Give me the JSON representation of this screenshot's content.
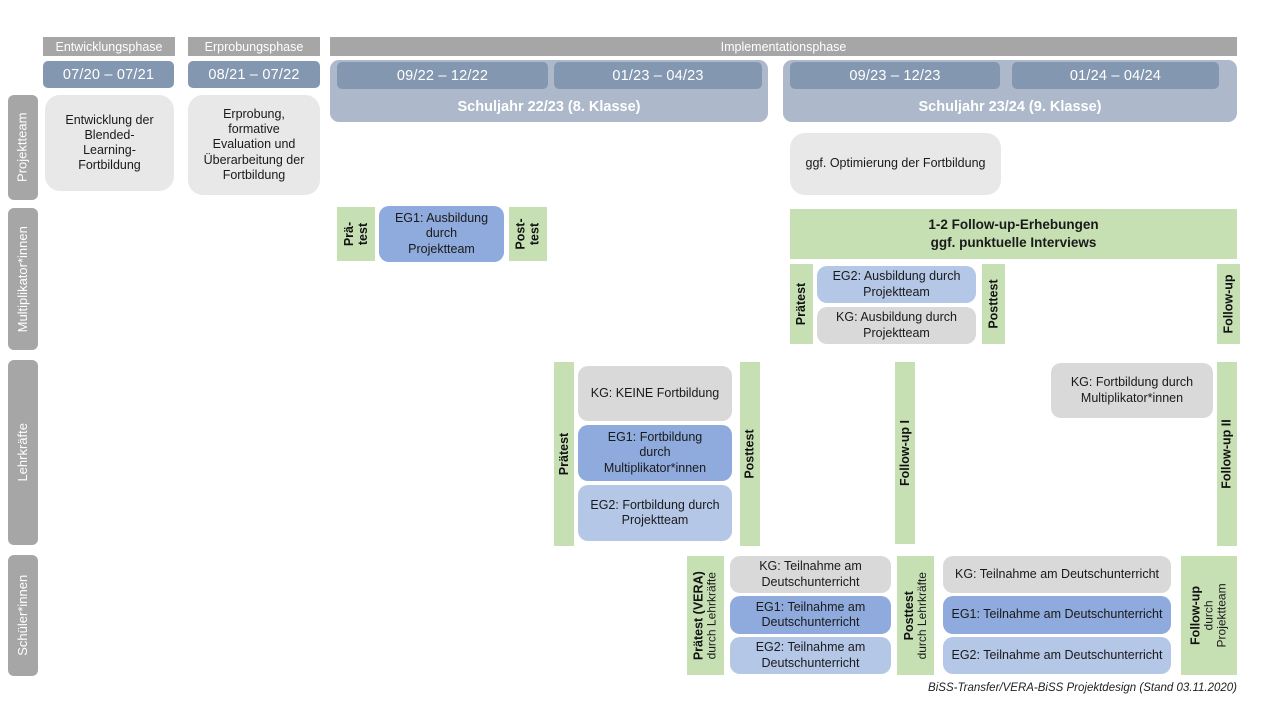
{
  "caption": "BiSS-Transfer/VERA-BiSS Projektdesign (Stand 03.11.2020)",
  "colors": {
    "phase_header_bg": "#a6a6a6",
    "row_label_bg": "#a6a6a6",
    "date_bar_bg": "#8497b0",
    "schuljahr_bg": "#adb9ca",
    "light_box_bg": "#e9e8e8",
    "kg_bg": "#d9d9d9",
    "eg1_bg": "#8faadc",
    "eg2_bg": "#b4c7e7",
    "green_bg": "#c6e0b4"
  },
  "phases": {
    "entwicklung": {
      "title": "Entwicklungsphase",
      "date": "07/20 – 07/21"
    },
    "erprobung": {
      "title": "Erprobungsphase",
      "date": "08/21 – 07/22"
    },
    "implementation": {
      "title": "Implementationsphase",
      "year1": {
        "label": "Schuljahr 22/23 (8. Klasse)",
        "date1": "09/22 – 12/22",
        "date2": "01/23 – 04/23"
      },
      "year2": {
        "label": "Schuljahr 23/24 (9. Klasse)",
        "date1": "09/23 – 12/23",
        "date2": "01/24 – 04/24"
      }
    }
  },
  "row_labels": {
    "projektteam": "Projektteam",
    "multiplikator": "Multiplikator*innen",
    "lehrkraefte": "Lehrkräfte",
    "schueler": "Schüler*innen"
  },
  "projektteam": {
    "entwicklung_box": "Entwicklung der Blended-Learning-Fortbildung",
    "erprobung_box": "Erprobung, formative Evaluation und Überarbeitung der Fortbildung",
    "optimierung_box": "ggf. Optimierung der Fortbildung"
  },
  "multiplikator": {
    "praetest_small": {
      "line1": "Prä-",
      "line2": "test"
    },
    "eg1": "EG1: Ausbildung durch Projektteam",
    "posttest_small": {
      "line1": "Post-",
      "line2": "test"
    },
    "followup_banner": {
      "line1": "1-2 Follow-up-Erhebungen",
      "line2": "ggf. punktuelle Interviews"
    },
    "praetest": "Prätest",
    "eg2": "EG2: Ausbildung durch Projektteam",
    "kg": "KG: Ausbildung durch Projektteam",
    "posttest": "Posttest",
    "followup": "Follow-up"
  },
  "lehrkraefte": {
    "praetest": "Prätest",
    "kg": "KG: KEINE Fortbildung",
    "eg1": "EG1: Fortbildung durch Multiplikator*innen",
    "eg2": "EG2: Fortbildung durch Projektteam",
    "posttest": "Posttest",
    "followup1": "Follow-up I",
    "kg2": "KG: Fortbildung durch Multiplikator*innen",
    "followup2": "Follow-up II"
  },
  "schueler": {
    "praetest": {
      "line1": "Prätest (VERA)",
      "line2": "durch Lehrkräfte"
    },
    "kg_a": "KG: Teilnahme am Deutschunterricht",
    "eg1_a": "EG1: Teilnahme am Deutschunterricht",
    "eg2_a": "EG2: Teilnahme am Deutschunterricht",
    "posttest": {
      "line1": "Posttest",
      "line2": "durch Lehrkräfte"
    },
    "kg_b": "KG: Teilnahme am Deutschunterricht",
    "eg1_b": "EG1: Teilnahme am Deutschunterricht",
    "eg2_b": "EG2: Teilnahme am Deutschunterricht",
    "followup": {
      "line1": "Follow-up",
      "line2": "durch",
      "line3": "Projektteam"
    }
  }
}
